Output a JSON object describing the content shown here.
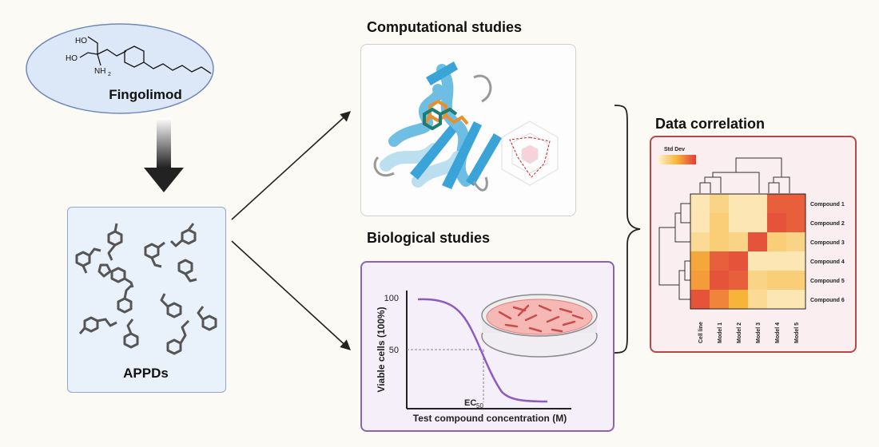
{
  "fingolimod": {
    "label": "Fingolimod",
    "atoms": {
      "ho_top": "HO",
      "ho_left": "HO",
      "nh": "NH",
      "nh_sub": "2"
    }
  },
  "appds": {
    "label": "APPDs"
  },
  "computational": {
    "title": "Computational studies"
  },
  "biological": {
    "title": "Biological studies"
  },
  "correlation": {
    "title": "Data correlation",
    "legend_label": "Std Dev"
  },
  "bio_chart": {
    "ylabel": "Viable cells (100%)",
    "xlabel": "Test compound concentration (M)",
    "tick_100": "100",
    "tick_50": "50",
    "ec_main": "EC",
    "ec_sub": "50"
  },
  "chart_data": {
    "type": "heatmap",
    "title": "",
    "legend": "Std Dev",
    "rows": [
      "Compound 1",
      "Compound 2",
      "Compound 3",
      "Compound 4",
      "Compound 5",
      "Compound 6"
    ],
    "columns": [
      "Cell line",
      "Model 1",
      "Model 2",
      "Model 3",
      "Model 4",
      "Model 5"
    ],
    "values": [
      [
        0.1,
        0.25,
        0.1,
        0.1,
        0.85,
        0.85
      ],
      [
        0.1,
        0.3,
        0.1,
        0.1,
        0.9,
        0.85
      ],
      [
        0.2,
        0.3,
        0.25,
        0.9,
        0.3,
        0.25
      ],
      [
        0.55,
        0.85,
        0.9,
        0.1,
        0.1,
        0.1
      ],
      [
        0.6,
        0.9,
        0.85,
        0.25,
        0.3,
        0.3
      ],
      [
        0.9,
        0.7,
        0.5,
        0.2,
        0.1,
        0.1
      ]
    ],
    "colors": {
      "low": "#fdf4d2",
      "high": "#e23b3b"
    }
  }
}
